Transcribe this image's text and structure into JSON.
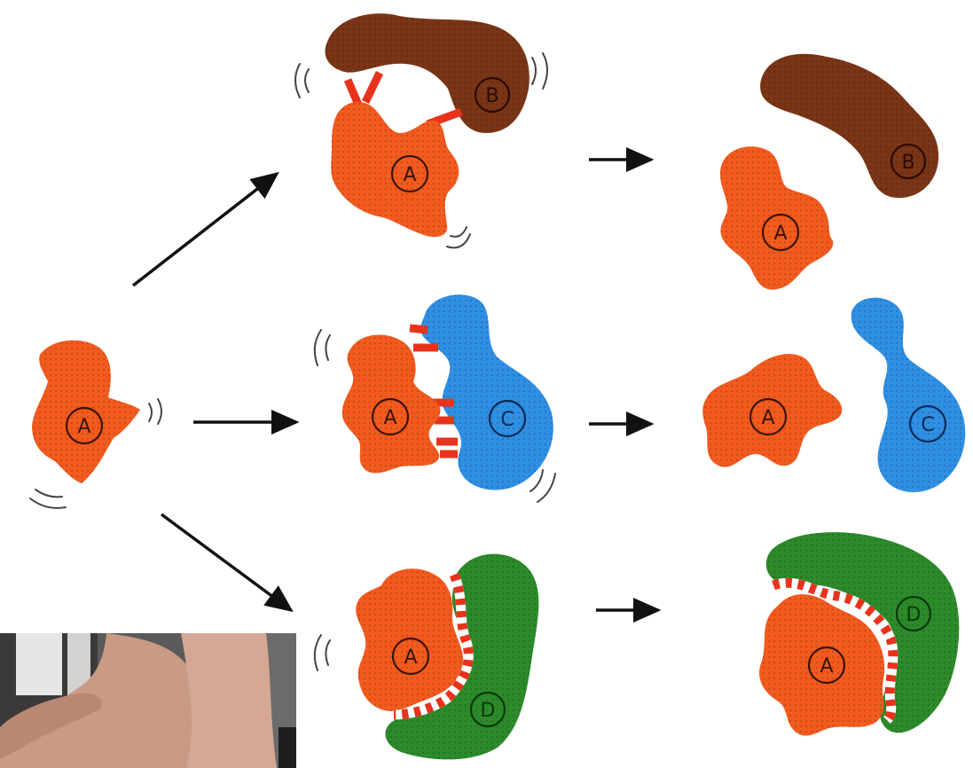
{
  "labels": {
    "a": "A",
    "b": "B",
    "c": "C",
    "d": "D"
  },
  "colors": {
    "protein_a": "#f25a1e",
    "protein_b": "#7a3516",
    "protein_c": "#2f8fe3",
    "protein_d": "#2c8a2a",
    "bond": "#e8331c",
    "arrow": "#111111"
  },
  "photo_inset": {
    "description_icon": "hand-photo"
  }
}
